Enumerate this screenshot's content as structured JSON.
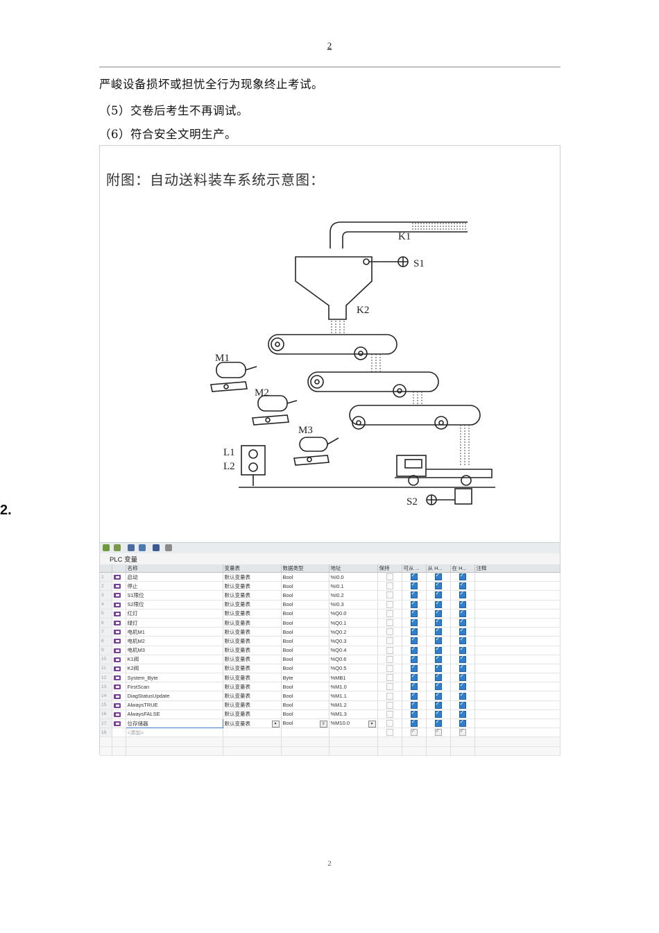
{
  "header": {
    "page_number": "2"
  },
  "body_lines": [
    "严峻设备损坏或担忧全行为现象终止考试。",
    "（5）交卷后考生不再调试。",
    "（6）符合安全文明生产。"
  ],
  "section_number": "2.",
  "figure": {
    "caption": "附图：自动送料装车系统示意图：",
    "labels": {
      "k1": "K1",
      "k2": "K2",
      "s1": "S1",
      "s2": "S2",
      "m1": "M1",
      "m2": "M2",
      "m3": "M3",
      "l1": "L1",
      "l2": "L2"
    }
  },
  "plc": {
    "title": "PLC 变量",
    "columns": [
      "",
      "",
      "名称",
      "变量表",
      "数据类型",
      "地址",
      "保持",
      "可从 ...",
      "从 H...",
      "在 H...",
      "注释"
    ],
    "rows": [
      {
        "n": "1",
        "name": "启动",
        "table": "默认变量表",
        "type": "Bool",
        "addr": "%I0.0",
        "retain": false,
        "c1": true,
        "c2": true,
        "c3": true
      },
      {
        "n": "2",
        "name": "停止",
        "table": "默认变量表",
        "type": "Bool",
        "addr": "%I0.1",
        "retain": false,
        "c1": true,
        "c2": true,
        "c3": true
      },
      {
        "n": "3",
        "name": "S1限位",
        "table": "默认变量表",
        "type": "Bool",
        "addr": "%I0.2",
        "retain": false,
        "c1": true,
        "c2": true,
        "c3": true
      },
      {
        "n": "4",
        "name": "S2限位",
        "table": "默认变量表",
        "type": "Bool",
        "addr": "%I0.3",
        "retain": false,
        "c1": true,
        "c2": true,
        "c3": true
      },
      {
        "n": "5",
        "name": "红灯",
        "table": "默认变量表",
        "type": "Bool",
        "addr": "%Q0.0",
        "retain": false,
        "c1": true,
        "c2": true,
        "c3": true
      },
      {
        "n": "6",
        "name": "绿灯",
        "table": "默认变量表",
        "type": "Bool",
        "addr": "%Q0.1",
        "retain": false,
        "c1": true,
        "c2": true,
        "c3": true
      },
      {
        "n": "7",
        "name": "电机M1",
        "table": "默认变量表",
        "type": "Bool",
        "addr": "%Q0.2",
        "retain": false,
        "c1": true,
        "c2": true,
        "c3": true
      },
      {
        "n": "8",
        "name": "电机M2",
        "table": "默认变量表",
        "type": "Bool",
        "addr": "%Q0.3",
        "retain": false,
        "c1": true,
        "c2": true,
        "c3": true
      },
      {
        "n": "9",
        "name": "电机M3",
        "table": "默认变量表",
        "type": "Bool",
        "addr": "%Q0.4",
        "retain": false,
        "c1": true,
        "c2": true,
        "c3": true
      },
      {
        "n": "10",
        "name": "K1阀",
        "table": "默认变量表",
        "type": "Bool",
        "addr": "%Q0.6",
        "retain": false,
        "c1": true,
        "c2": true,
        "c3": true
      },
      {
        "n": "11",
        "name": "K2阀",
        "table": "默认变量表",
        "type": "Bool",
        "addr": "%Q0.5",
        "retain": false,
        "c1": true,
        "c2": true,
        "c3": true
      },
      {
        "n": "12",
        "name": "System_Byte",
        "table": "默认变量表",
        "type": "Byte",
        "addr": "%MB1",
        "retain": false,
        "c1": true,
        "c2": true,
        "c3": true
      },
      {
        "n": "13",
        "name": "FirstScan",
        "table": "默认变量表",
        "type": "Bool",
        "addr": "%M1.0",
        "retain": false,
        "c1": true,
        "c2": true,
        "c3": true
      },
      {
        "n": "14",
        "name": "DiagStatusUpdate",
        "table": "默认变量表",
        "type": "Bool",
        "addr": "%M1.1",
        "retain": false,
        "c1": true,
        "c2": true,
        "c3": true
      },
      {
        "n": "15",
        "name": "AlwaysTRUE",
        "table": "默认变量表",
        "type": "Bool",
        "addr": "%M1.2",
        "retain": false,
        "c1": true,
        "c2": true,
        "c3": true
      },
      {
        "n": "16",
        "name": "AlwaysFALSE",
        "table": "默认变量表",
        "type": "Bool",
        "addr": "%M1.3",
        "retain": false,
        "c1": true,
        "c2": true,
        "c3": true
      }
    ],
    "edit_row": {
      "n": "17",
      "name": "位存储器",
      "table": "默认变量表",
      "type": "Bool",
      "addr": "%M10.0"
    },
    "add_row": {
      "n": "18",
      "label": "<添加>"
    }
  },
  "footer": {
    "page_number": "2"
  }
}
